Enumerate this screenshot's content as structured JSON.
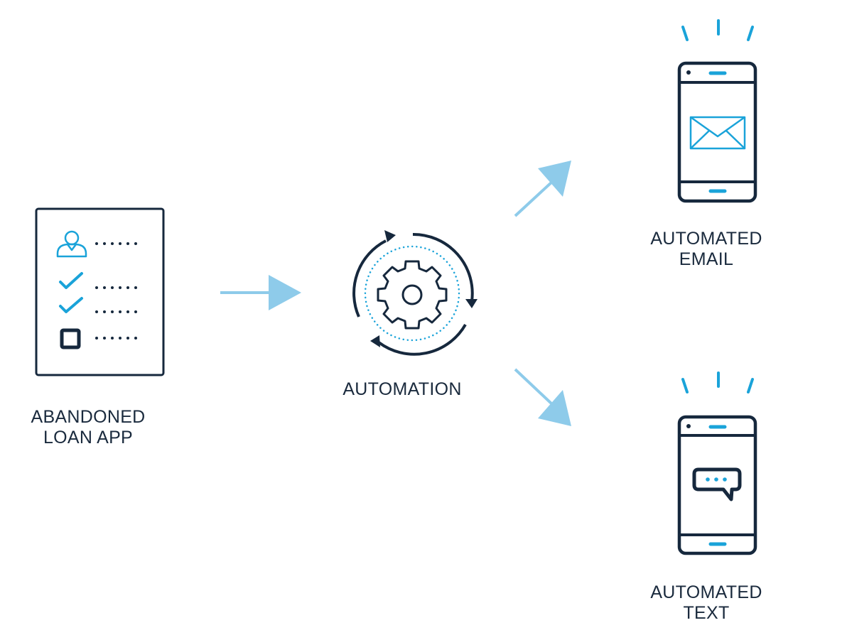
{
  "colors": {
    "navy": "#16283d",
    "accent": "#1aa3d9",
    "arrow": "#8ecbea"
  },
  "nodes": {
    "loan_app": {
      "line1": "ABANDONED",
      "line2": "LOAN APP",
      "icon": "form-icon"
    },
    "automation": {
      "line1": "AUTOMATION",
      "icon": "gear-cycle-icon"
    },
    "email": {
      "line1": "AUTOMATED",
      "line2": "EMAIL",
      "icon": "phone-email-icon"
    },
    "text": {
      "line1": "AUTOMATED",
      "line2": "TEXT",
      "icon": "phone-chat-icon"
    }
  }
}
